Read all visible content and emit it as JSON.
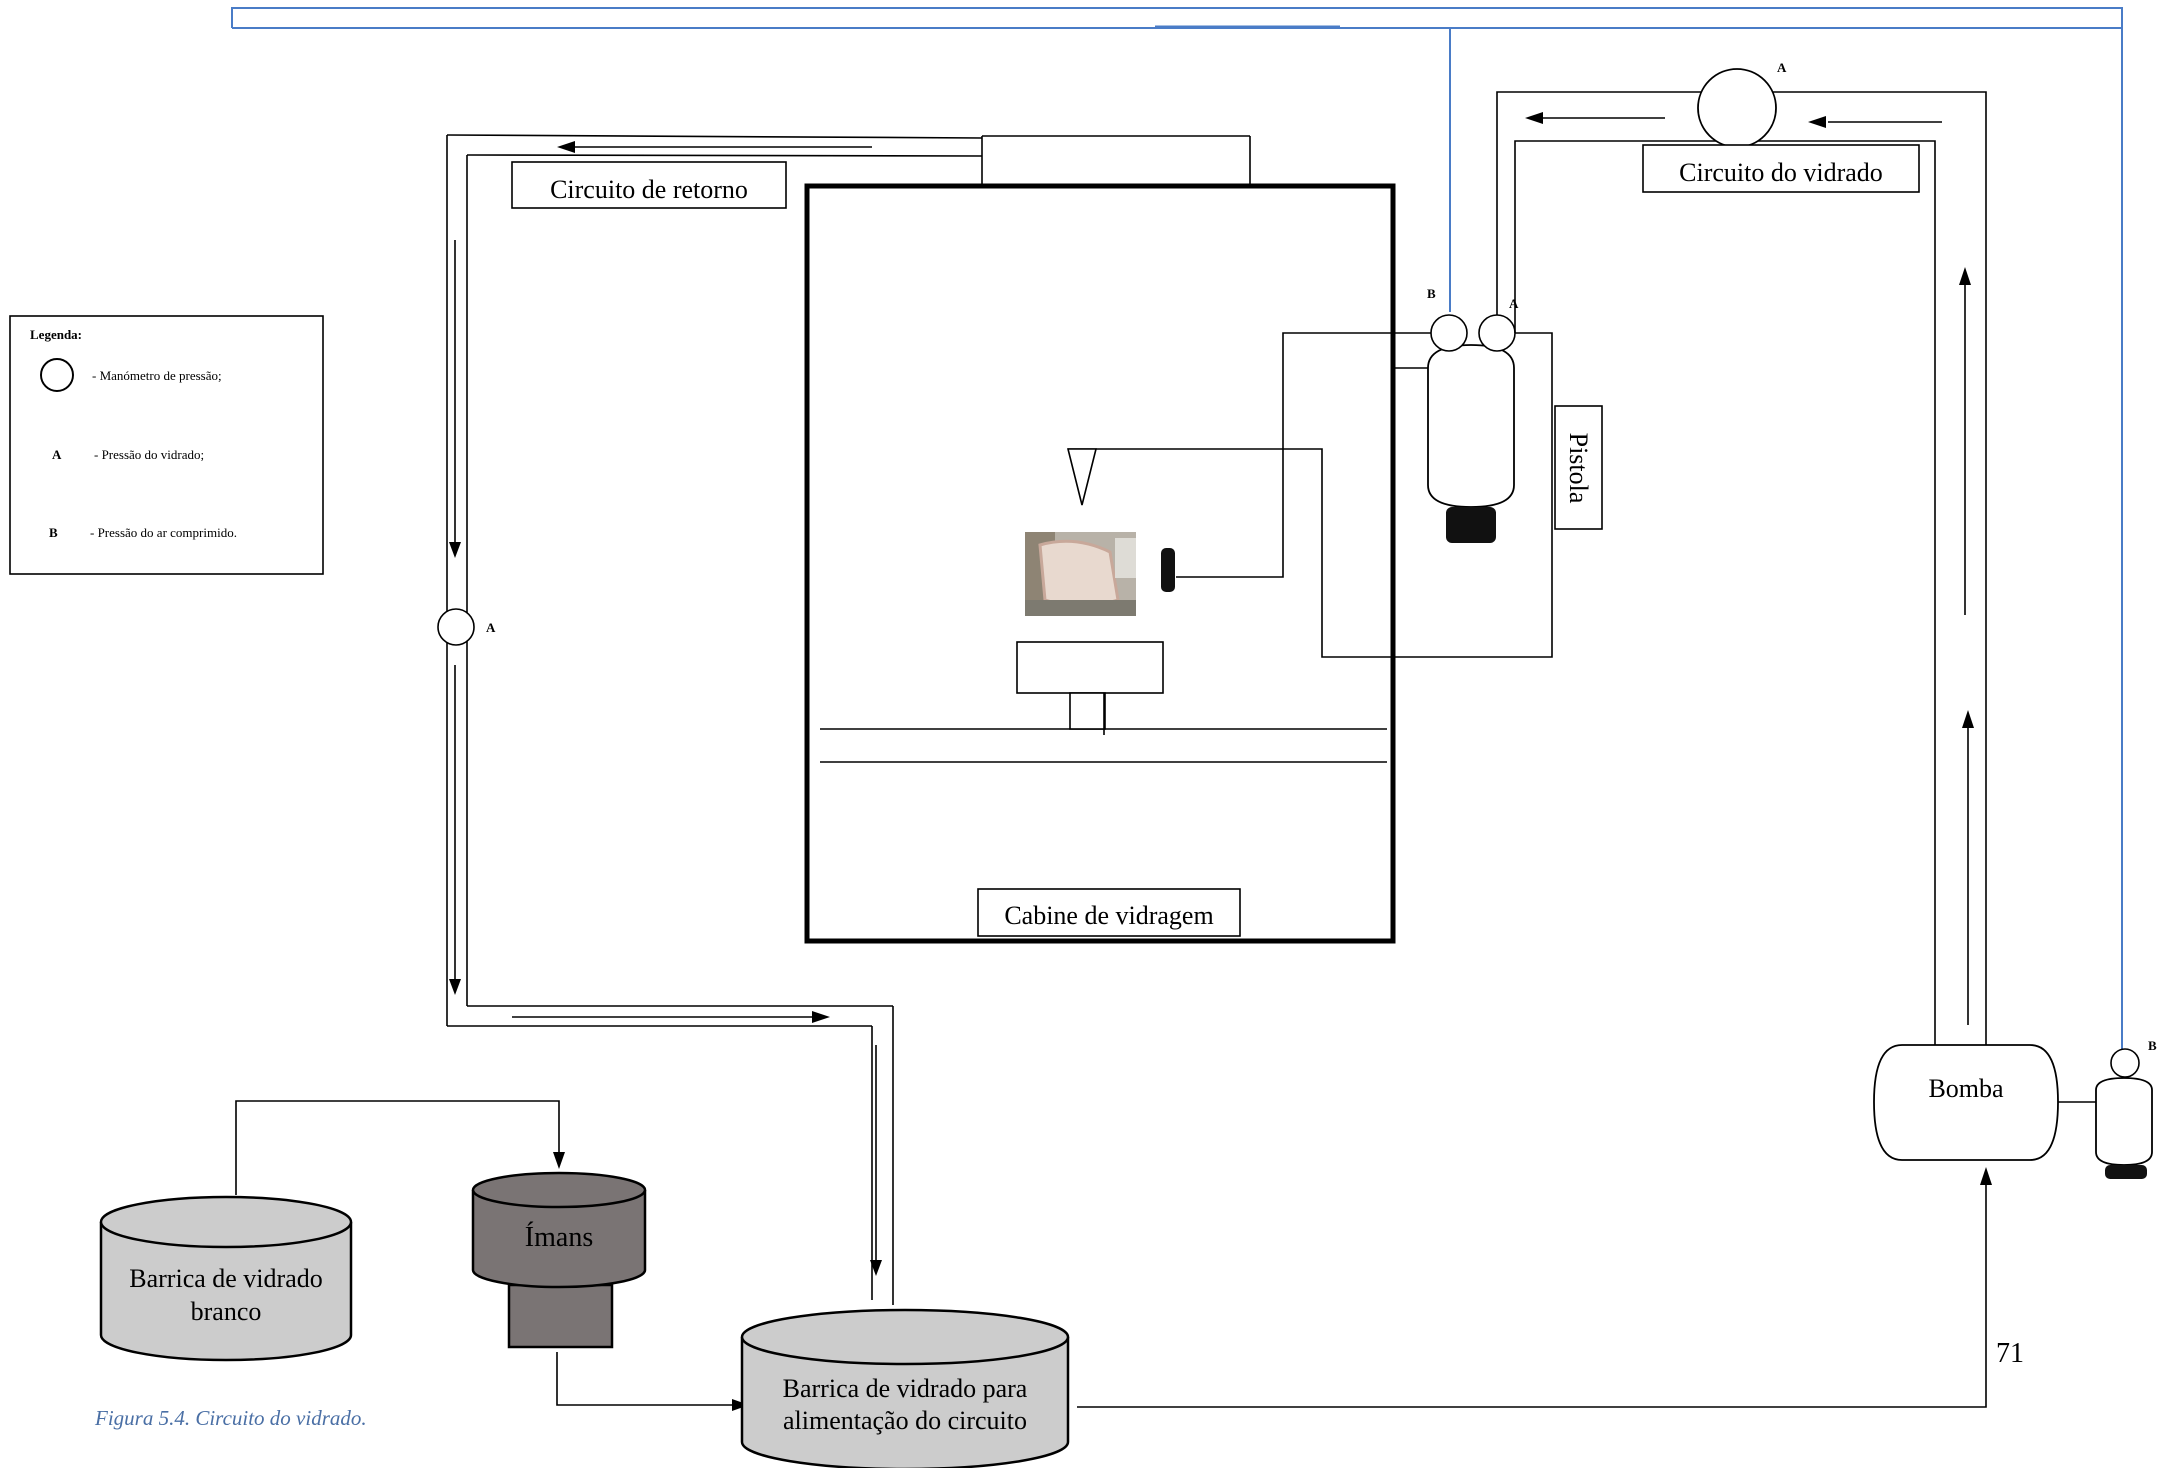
{
  "diagram": {
    "labels": {
      "circuito_retorno": "Circuito de retorno",
      "circuito_vidrado": "Circuito do vidrado",
      "pistola": "Pistola",
      "cabine": "Cabine de vidragem",
      "bomba": "Bomba",
      "imans": "Ímans",
      "barrica_branco_l1": "Barrica de vidrado",
      "barrica_branco_l2": "branco",
      "barrica_alim_l1": "Barrica de vidrado para",
      "barrica_alim_l2": "alimentação do circuito",
      "gauge_a": "A",
      "gauge_b": "B"
    },
    "legend": {
      "title": "Legenda:",
      "gauge_desc": "- Manómetro de pressão;",
      "a_key": "A",
      "a_desc": "- Pressão do vidrado;",
      "b_key": "B",
      "b_desc": "- Pressão do ar comprimido."
    },
    "caption": "Figura 5.4. Circuito do vidrado.",
    "page_number": "71",
    "colors": {
      "line": "#000000",
      "air_line": "#4a7cc7",
      "barrel_fill": "#cccccc",
      "magnet_fill": "#7a7474",
      "caption": "#4a6fa5",
      "nozzle": "#111111"
    }
  }
}
